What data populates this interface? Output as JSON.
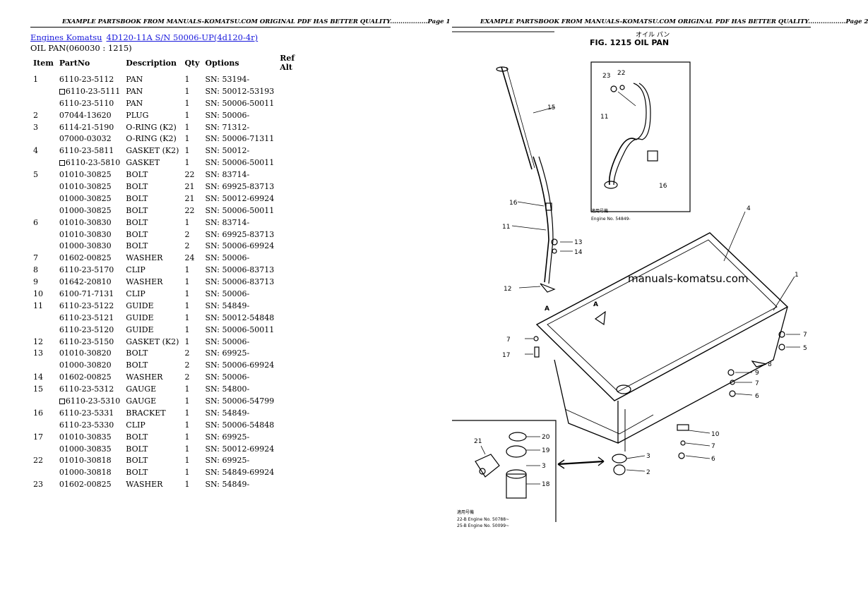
{
  "page1_header": "EXAMPLE PARTSBOOK FROM MANUALS-KOMATSU.COM ORIGINAL PDF HAS BETTER QUALITY..................Page 1",
  "page2_header": "EXAMPLE PARTSBOOK FROM MANUALS-KOMATSU.COM ORIGINAL PDF HAS BETTER QUALITY..................Page 2",
  "breadcrumb": {
    "link1": "Engines Komatsu",
    "link2": "4D120-11A S/N 50006-UP(4d120-4r)"
  },
  "section_title": "OIL PAN(060030 : 1215)",
  "table": {
    "headers": {
      "item": "Item",
      "partno": "PartNo",
      "description": "Description",
      "qty": "Qty",
      "options": "Options",
      "refalt": "Ref Alt"
    },
    "rows": [
      {
        "item": "1",
        "box": false,
        "partno": "6110-23-5112",
        "desc": "PAN",
        "qty": "1",
        "options": "SN: 53194-"
      },
      {
        "item": "",
        "box": true,
        "partno": "6110-23-5111",
        "desc": "PAN",
        "qty": "1",
        "options": "SN: 50012-53193"
      },
      {
        "item": "",
        "box": false,
        "partno": "6110-23-5110",
        "desc": "PAN",
        "qty": "1",
        "options": "SN: 50006-50011"
      },
      {
        "item": "2",
        "box": false,
        "partno": "07044-13620",
        "desc": "PLUG",
        "qty": "1",
        "options": "SN: 50006-"
      },
      {
        "item": "3",
        "box": false,
        "partno": "6114-21-5190",
        "desc": "O-RING (K2)",
        "qty": "1",
        "options": "SN: 71312-"
      },
      {
        "item": "",
        "box": false,
        "partno": "07000-03032",
        "desc": "O-RING (K2)",
        "qty": "1",
        "options": "SN: 50006-71311"
      },
      {
        "item": "4",
        "box": false,
        "partno": "6110-23-5811",
        "desc": "GASKET (K2)",
        "qty": "1",
        "options": "SN: 50012-"
      },
      {
        "item": "",
        "box": true,
        "partno": "6110-23-5810",
        "desc": "GASKET",
        "qty": "1",
        "options": "SN: 50006-50011"
      },
      {
        "item": "5",
        "box": false,
        "partno": "01010-30825",
        "desc": "BOLT",
        "qty": "22",
        "options": "SN: 83714-"
      },
      {
        "item": "",
        "box": false,
        "partno": "01010-30825",
        "desc": "BOLT",
        "qty": "21",
        "options": "SN: 69925-83713"
      },
      {
        "item": "",
        "box": false,
        "partno": "01000-30825",
        "desc": "BOLT",
        "qty": "21",
        "options": "SN: 50012-69924"
      },
      {
        "item": "",
        "box": false,
        "partno": "01000-30825",
        "desc": "BOLT",
        "qty": "22",
        "options": "SN: 50006-50011"
      },
      {
        "item": "6",
        "box": false,
        "partno": "01010-30830",
        "desc": "BOLT",
        "qty": "1",
        "options": "SN: 83714-"
      },
      {
        "item": "",
        "box": false,
        "partno": "01010-30830",
        "desc": "BOLT",
        "qty": "2",
        "options": "SN: 69925-83713"
      },
      {
        "item": "",
        "box": false,
        "partno": "01000-30830",
        "desc": "BOLT",
        "qty": "2",
        "options": "SN: 50006-69924"
      },
      {
        "item": "7",
        "box": false,
        "partno": "01602-00825",
        "desc": "WASHER",
        "qty": "24",
        "options": "SN: 50006-"
      },
      {
        "item": "8",
        "box": false,
        "partno": "6110-23-5170",
        "desc": "CLIP",
        "qty": "1",
        "options": "SN: 50006-83713"
      },
      {
        "item": "9",
        "box": false,
        "partno": "01642-20810",
        "desc": "WASHER",
        "qty": "1",
        "options": "SN: 50006-83713"
      },
      {
        "item": "10",
        "box": false,
        "partno": "6100-71-7131",
        "desc": "CLIP",
        "qty": "1",
        "options": "SN: 50006-"
      },
      {
        "item": "11",
        "box": false,
        "partno": "6110-23-5122",
        "desc": "GUIDE",
        "qty": "1",
        "options": "SN: 54849-"
      },
      {
        "item": "",
        "box": false,
        "partno": "6110-23-5121",
        "desc": "GUIDE",
        "qty": "1",
        "options": "SN: 50012-54848"
      },
      {
        "item": "",
        "box": false,
        "partno": "6110-23-5120",
        "desc": "GUIDE",
        "qty": "1",
        "options": "SN: 50006-50011"
      },
      {
        "item": "12",
        "box": false,
        "partno": "6110-23-5150",
        "desc": "GASKET (K2)",
        "qty": "1",
        "options": "SN: 50006-"
      },
      {
        "item": "13",
        "box": false,
        "partno": "01010-30820",
        "desc": "BOLT",
        "qty": "2",
        "options": "SN: 69925-"
      },
      {
        "item": "",
        "box": false,
        "partno": "01000-30820",
        "desc": "BOLT",
        "qty": "2",
        "options": "SN: 50006-69924"
      },
      {
        "item": "14",
        "box": false,
        "partno": "01602-00825",
        "desc": "WASHER",
        "qty": "2",
        "options": "SN: 50006-"
      },
      {
        "item": "15",
        "box": false,
        "partno": "6110-23-5312",
        "desc": "GAUGE",
        "qty": "1",
        "options": "SN: 54800-"
      },
      {
        "item": "",
        "box": true,
        "partno": "6110-23-5310",
        "desc": "GAUGE",
        "qty": "1",
        "options": "SN: 50006-54799"
      },
      {
        "item": "16",
        "box": false,
        "partno": "6110-23-5331",
        "desc": "BRACKET",
        "qty": "1",
        "options": "SN: 54849-"
      },
      {
        "item": "",
        "box": false,
        "partno": "6110-23-5330",
        "desc": "CLIP",
        "qty": "1",
        "options": "SN: 50006-54848"
      },
      {
        "item": "17",
        "box": false,
        "partno": "01010-30835",
        "desc": "BOLT",
        "qty": "1",
        "options": "SN: 69925-"
      },
      {
        "item": "",
        "box": false,
        "partno": "01000-30835",
        "desc": "BOLT",
        "qty": "1",
        "options": "SN: 50012-69924"
      },
      {
        "item": "22",
        "box": false,
        "partno": "01010-30818",
        "desc": "BOLT",
        "qty": "1",
        "options": "SN: 69925-"
      },
      {
        "item": "",
        "box": false,
        "partno": "01000-30818",
        "desc": "BOLT",
        "qty": "1",
        "options": "SN: 54849-69924"
      },
      {
        "item": "23",
        "box": false,
        "partno": "01602-00825",
        "desc": "WASHER",
        "qty": "1",
        "options": "SN: 54849-"
      }
    ]
  },
  "figure": {
    "jp_title": "オイル パン",
    "title": "FIG. 1215  OIL  PAN",
    "watermark": "manuals-komatsu.com",
    "inset_top_jp": "適用号機",
    "inset_top_note": "Engine No. 54849-",
    "inset_bottom_jp": "適用号機",
    "inset_bottom_note1": "22-B Engine No. 50788~",
    "inset_bottom_note2": "25-B Engine No. 50099~",
    "view_letter": "A",
    "callouts": [
      "1",
      "2",
      "3",
      "4",
      "5",
      "6",
      "7",
      "8",
      "9",
      "10",
      "11",
      "12",
      "13",
      "14",
      "15",
      "16",
      "17",
      "18",
      "19",
      "20",
      "21",
      "22",
      "23"
    ]
  }
}
